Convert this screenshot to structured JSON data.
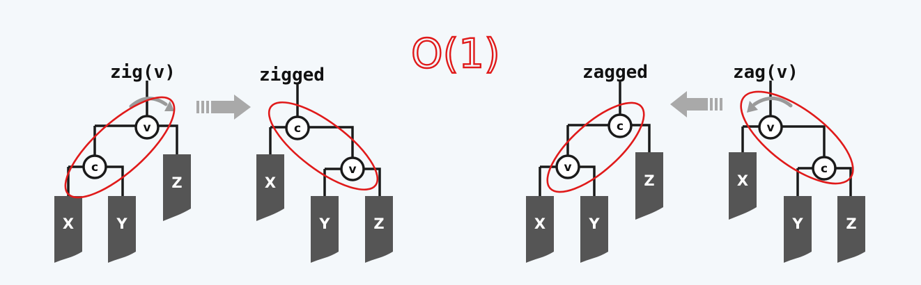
{
  "panels": {
    "zig": {
      "title": "zig(v)",
      "v": "v",
      "c": "c",
      "x": "X",
      "y": "Y",
      "z": "Z"
    },
    "zigged": {
      "title": "zigged",
      "v": "v",
      "c": "c",
      "x": "X",
      "y": "Y",
      "z": "Z"
    },
    "zagged": {
      "title": "zagged",
      "v": "v",
      "c": "c",
      "x": "X",
      "y": "Y",
      "z": "Z"
    },
    "zag": {
      "title": "zag(v)",
      "v": "v",
      "c": "c",
      "x": "X",
      "y": "Y",
      "z": "Z"
    }
  },
  "annotation": "O(1)",
  "colors": {
    "ink": "#e01a1a",
    "subtree": "#555555",
    "arrow": "#a9a9a9",
    "background": "#f4f8fb"
  }
}
